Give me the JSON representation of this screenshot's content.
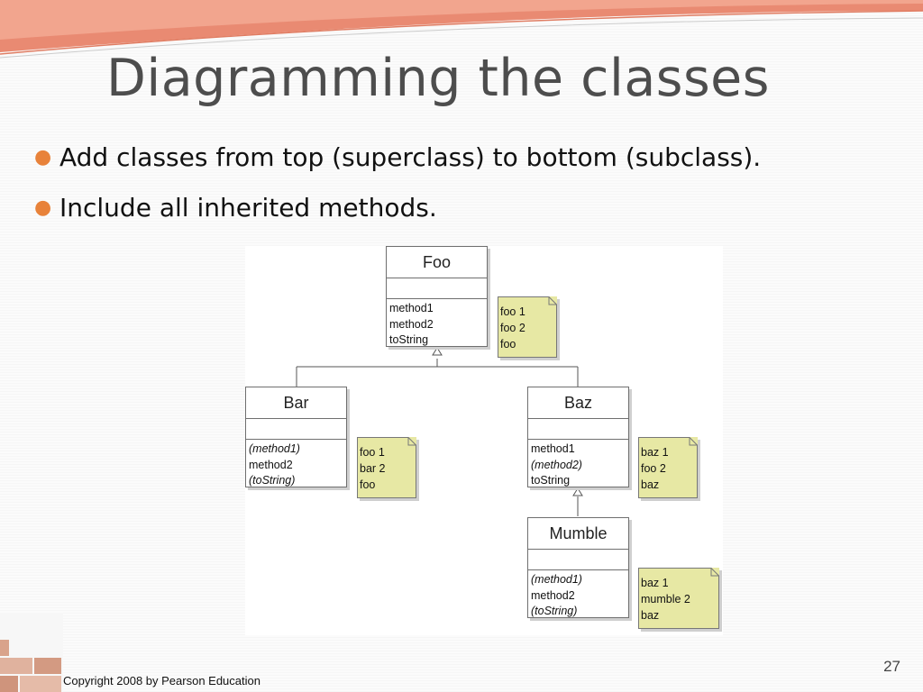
{
  "slide": {
    "title": "Diagramming the classes",
    "bullets": [
      "Add classes from top (superclass) to bottom (subclass).",
      "Include all inherited methods."
    ],
    "copyright": "Copyright 2008 by Pearson Education",
    "page_number": "27"
  },
  "diagram": {
    "classes": {
      "foo": {
        "name": "Foo",
        "methods": [
          {
            "label": "method1",
            "italic": false
          },
          {
            "label": "method2",
            "italic": false
          },
          {
            "label": "toString",
            "italic": false
          }
        ]
      },
      "bar": {
        "name": "Bar",
        "methods": [
          {
            "label": "(method1)",
            "italic": true
          },
          {
            "label": "method2",
            "italic": false
          },
          {
            "label": "(toString)",
            "italic": true
          }
        ]
      },
      "baz": {
        "name": "Baz",
        "methods": [
          {
            "label": "method1",
            "italic": false
          },
          {
            "label": "(method2)",
            "italic": true
          },
          {
            "label": "toString",
            "italic": false
          }
        ]
      },
      "mumble": {
        "name": "Mumble",
        "methods": [
          {
            "label": "(method1)",
            "italic": true
          },
          {
            "label": "method2",
            "italic": false
          },
          {
            "label": "(toString)",
            "italic": true
          }
        ]
      }
    },
    "notes": {
      "foo": [
        "foo 1",
        "foo 2",
        "foo"
      ],
      "bar": [
        "foo 1",
        "bar 2",
        "foo"
      ],
      "baz": [
        "baz 1",
        "foo 2",
        "baz"
      ],
      "mumble": [
        "baz 1",
        "mumble 2",
        "baz"
      ]
    },
    "colors": {
      "note_fill": "#e7e8a4",
      "accent": "#e8823a"
    }
  }
}
